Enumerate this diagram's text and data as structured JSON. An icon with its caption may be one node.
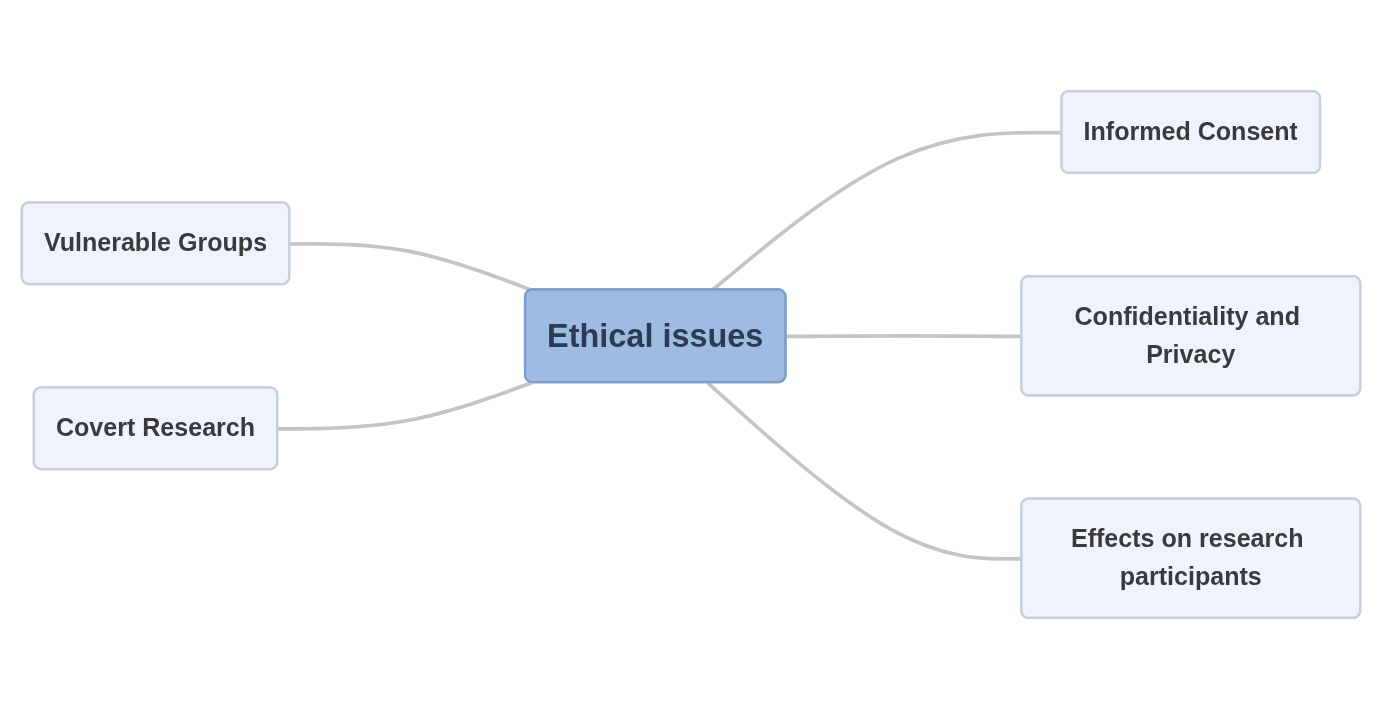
{
  "diagram": {
    "nodes": [
      {
        "text": [
          "Ethical issues"
        ]
      },
      {
        "text": [
          "Informed Consent"
        ]
      },
      {
        "text": [
          "Confidentiality and Privacy"
        ]
      },
      {
        "text": [
          "Vulnerable Groups"
        ]
      },
      {
        "text": [
          "Covert Research"
        ]
      },
      {
        "text": [
          "Effects on research participants"
        ]
      }
    ],
    "edges": [
      {
        "from": 0,
        "to": 1,
        "arrow": "none"
      },
      {
        "from": 0,
        "to": 2,
        "arrow": "none"
      },
      {
        "from": 3,
        "to": 0,
        "arrow": "none"
      },
      {
        "from": 4,
        "to": 0,
        "arrow": "none"
      },
      {
        "from": 0,
        "to": 5,
        "arrow": "none"
      }
    ]
  }
}
